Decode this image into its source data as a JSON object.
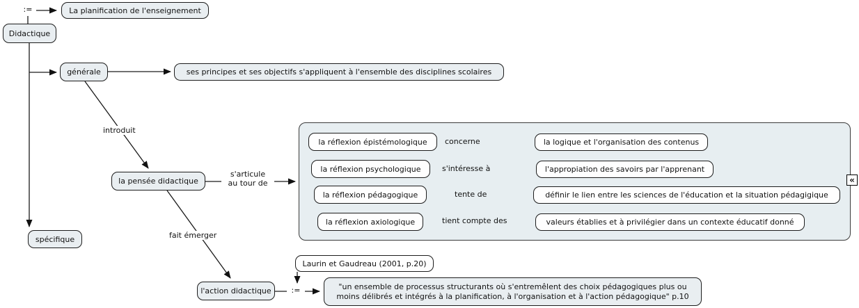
{
  "diagram": {
    "root": {
      "label": "Didactique"
    },
    "definition_top": {
      "connector": ":=",
      "target": "La planification de l'enseignement"
    },
    "general": {
      "label": "générale",
      "principle": "ses principes et ses objectifs s'appliquent à l'ensemble des disciplines scolaires",
      "link_to_pensee": "introduit"
    },
    "specific": {
      "label": "spécifique"
    },
    "pensee": {
      "label": "la pensée didactique",
      "link_articule_line1": "s'articule",
      "link_articule_line2": "au tour de",
      "link_fait_emerger": "fait émerger"
    },
    "reflexions": [
      {
        "label": "la réflexion épistémologique",
        "link": "concerne",
        "target": "la logique et l'organisation des contenus"
      },
      {
        "label": "la réflexion psychologique",
        "link": "s'intéresse à",
        "target": "l'appropiation des savoirs par l'apprenant"
      },
      {
        "label": "la réflexion pédagogique",
        "link": "tente de",
        "target": "définir le lien entre les sciences de l'éducation et la situation pédagigique"
      },
      {
        "label": "la réflexion axiologique",
        "link": "tient compte des",
        "target": "valeurs établies et à privilégier dans un contexte éducatif donné"
      }
    ],
    "group_collapse_icon": "«",
    "action": {
      "label": "l'action didactique",
      "connector": ":=",
      "citation_source": "Laurin et Gaudreau (2001, p.20)",
      "quote": "\"un ensemble de processus structurants où s'entremêlent des choix pédagogiques plus ou moins délibrés et intégrés à la planification, à l'organisation et à l'action pédagogique\" p.10"
    }
  },
  "colors": {
    "node_fill": "#e9eef1",
    "group_fill": "#e7eef1",
    "white_node_fill": "#fefefe",
    "border": "#1c1c1c",
    "line": "#1a1a1a",
    "background": "#ffffff"
  }
}
